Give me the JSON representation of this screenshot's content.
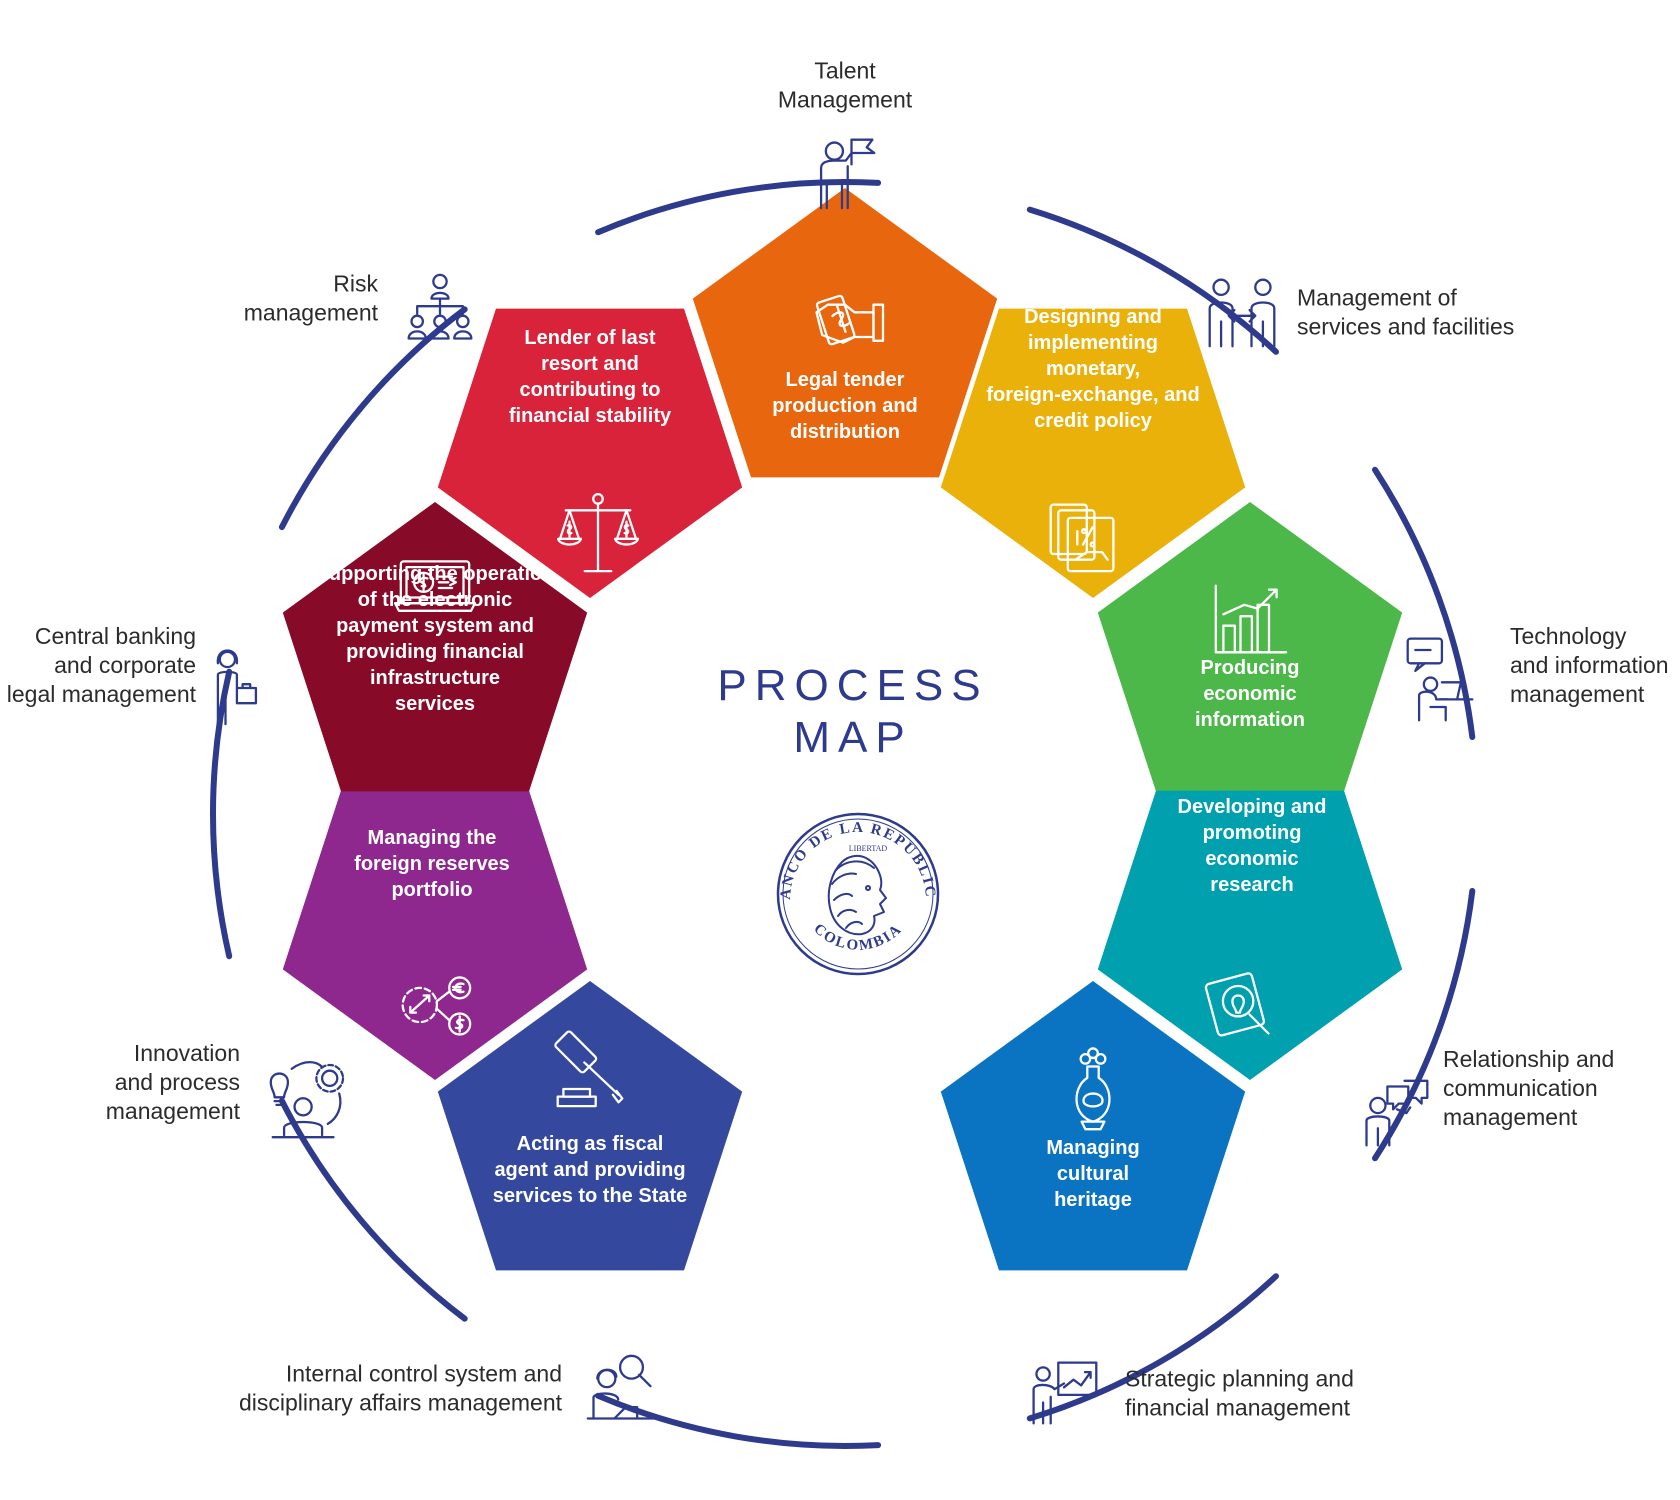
{
  "title": {
    "line1": "PROCESS",
    "line2": "MAP"
  },
  "seal": {
    "top_text": "BANCO DE LA REPUBLICA",
    "bottom_text": "COLOMBIA",
    "banner_text": "LIBERTAD"
  },
  "core_processes": [
    {
      "id": "legal-tender",
      "lines": [
        "Legal tender",
        "production and",
        "distribution"
      ],
      "color": "#E8670E",
      "icon": "money-hand-icon"
    },
    {
      "id": "monetary-policy",
      "lines": [
        "Designing and",
        "implementing",
        "monetary,",
        "foreign-exchange, and",
        "credit policy"
      ],
      "color": "#E9B10A",
      "icon": "documents-percent-icon"
    },
    {
      "id": "economic-information",
      "lines": [
        "Producing",
        "economic",
        "information"
      ],
      "color": "#4DB84A",
      "icon": "bar-chart-icon"
    },
    {
      "id": "economic-research",
      "lines": [
        "Developing and",
        "promoting",
        "economic",
        "research"
      ],
      "color": "#00A0AE",
      "icon": "research-lightbulb-icon"
    },
    {
      "id": "cultural-heritage",
      "lines": [
        "Managing",
        "cultural",
        "heritage"
      ],
      "color": "#0A73C2",
      "icon": "vase-icon"
    },
    {
      "id": "fiscal-agent",
      "lines": [
        "Acting as fiscal",
        "agent and providing",
        "services to the State"
      ],
      "color": "#34489E",
      "icon": "gavel-icon"
    },
    {
      "id": "foreign-reserves",
      "lines": [
        "Managing the",
        "foreign reserves",
        "portfolio"
      ],
      "color": "#8E278E",
      "icon": "currency-exchange-icon"
    },
    {
      "id": "payment-system",
      "lines": [
        "Supporting the operation",
        "of the electronic",
        "payment system and",
        "providing financial",
        "infrastructure",
        "services"
      ],
      "color": "#870A28",
      "icon": "laptop-payment-icon"
    },
    {
      "id": "lender-last-resort",
      "lines": [
        "Lender of last",
        "resort and",
        "contributing to",
        "financial stability"
      ],
      "color": "#D8233A",
      "icon": "scales-icon"
    }
  ],
  "support_processes": [
    {
      "id": "talent",
      "lines": [
        "Talent",
        "Management"
      ],
      "icon": "person-flag-icon"
    },
    {
      "id": "services-facilities",
      "lines": [
        "Management of",
        "services and facilities"
      ],
      "icon": "two-people-exchange-icon"
    },
    {
      "id": "technology",
      "lines": [
        "Technology",
        "and information",
        "management"
      ],
      "icon": "person-computer-icon"
    },
    {
      "id": "relationship",
      "lines": [
        "Relationship and",
        "communication",
        "management"
      ],
      "icon": "person-speech-icon"
    },
    {
      "id": "strategic-planning",
      "lines": [
        "Strategic planning and",
        "financial management"
      ],
      "icon": "person-board-icon"
    },
    {
      "id": "internal-control",
      "lines": [
        "Internal control system and",
        "disciplinary affairs management"
      ],
      "icon": "person-magnifier-icon"
    },
    {
      "id": "innovation",
      "lines": [
        "Innovation",
        "and process",
        "management"
      ],
      "icon": "lightbulb-gear-icon"
    },
    {
      "id": "legal",
      "lines": [
        "Central banking",
        "and corporate",
        "legal management"
      ],
      "icon": "person-briefcase-icon"
    },
    {
      "id": "risk",
      "lines": [
        "Risk",
        "management"
      ],
      "icon": "org-chart-icon"
    }
  ],
  "colors": {
    "ring": "#2e3a8c",
    "support_text": "#2b2b2b",
    "core_text": "#ffffff"
  }
}
